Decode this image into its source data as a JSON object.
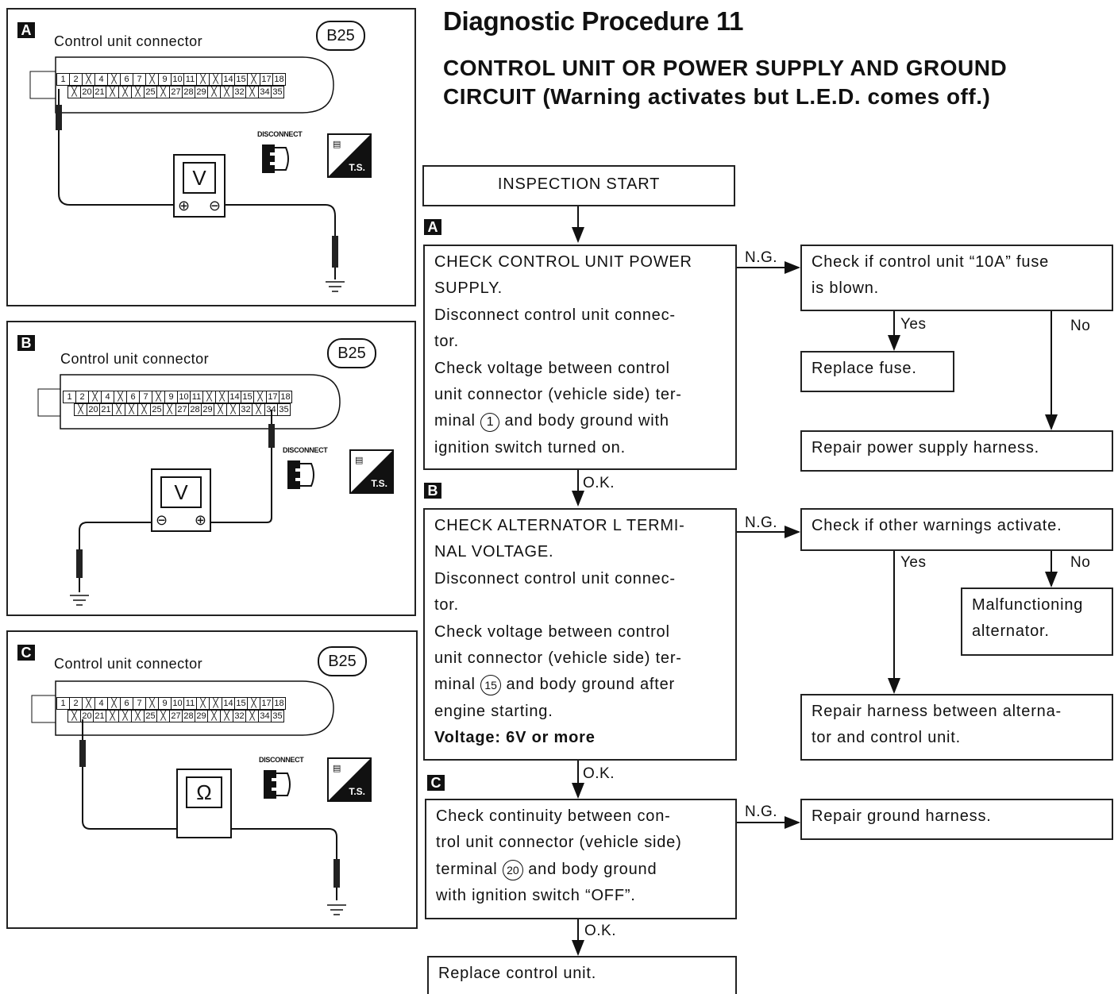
{
  "title": "Diagnostic Procedure 11",
  "subtitle": [
    "CONTROL UNIT OR POWER SUPPLY AND GROUND",
    "CIRCUIT (Warning activates but L.E.D. comes off.)"
  ],
  "panels": [
    {
      "tag": "A",
      "title": "Control unit connector",
      "connector_id": "B25",
      "meter": "V",
      "terminals": [
        "⊕",
        "⊖"
      ],
      "disconnect_label": "DISCONNECT",
      "ts_label": "T.S."
    },
    {
      "tag": "B",
      "title": "Control unit connector",
      "connector_id": "B25",
      "meter": "V",
      "terminals": [
        "⊖",
        "⊕"
      ],
      "disconnect_label": "DISCONNECT",
      "ts_label": "T.S."
    },
    {
      "tag": "C",
      "title": "Control unit connector",
      "connector_id": "B25",
      "meter": "Ω",
      "terminals": [
        "",
        ""
      ],
      "disconnect_label": "DISCONNECT",
      "ts_label": "T.S."
    }
  ],
  "connector": {
    "row1": [
      "1",
      "2",
      "X",
      "4",
      "X",
      "6",
      "7",
      "X",
      "9",
      "10",
      "11",
      "X",
      "X",
      "14",
      "15",
      "X",
      "17",
      "18"
    ],
    "row2": [
      "X",
      "20",
      "21",
      "X",
      "X",
      "X",
      "25",
      "X",
      "27",
      "28",
      "29",
      "X",
      "X",
      "32",
      "X",
      "34",
      "35"
    ]
  },
  "flow": {
    "start": "INSPECTION START",
    "steps": [
      {
        "tag": "A",
        "lines": [
          "CHECK CONTROL UNIT POWER",
          "SUPPLY.",
          "Disconnect control unit connec-",
          "tor.",
          "Check voltage between control",
          "unit connector (vehicle side) ter-",
          "terminal_1",
          "ignition switch turned on."
        ],
        "terminal_line": [
          "minal ",
          "1",
          " and body ground with"
        ],
        "ng": "N.G.",
        "ok": "O.K."
      },
      {
        "tag": "B",
        "lines": [
          "CHECK ALTERNATOR L TERMI-",
          "NAL VOLTAGE.",
          "Disconnect control unit connec-",
          "tor.",
          "Check voltage between control",
          "unit connector (vehicle side) ter-",
          "terminal_15",
          "engine starting."
        ],
        "terminal_line": [
          "minal ",
          "15",
          " and body ground after"
        ],
        "bold_line": "Voltage: 6V or more",
        "ng": "N.G.",
        "ok": "O.K."
      },
      {
        "tag": "C",
        "lines": [
          "Check continuity between con-",
          "trol unit connector (vehicle side)",
          "terminal_20",
          "with ignition switch “OFF”."
        ],
        "terminal_line": [
          "terminal ",
          "20",
          " and body ground"
        ],
        "ng": "N.G.",
        "ok": "O.K."
      }
    ],
    "a_ng": {
      "question": [
        "Check if control unit “10A” fuse",
        "is blown."
      ],
      "yes": "Yes",
      "no": "No",
      "yes_result": "Replace fuse.",
      "no_result": "Repair power supply harness."
    },
    "b_ng": {
      "question": "Check if other warnings activate.",
      "yes": "Yes",
      "no": "No",
      "no_result": [
        "Malfunctioning",
        "alternator."
      ],
      "yes_result": [
        "Repair harness between alterna-",
        "tor and control unit."
      ]
    },
    "c_ng": {
      "result": "Repair ground harness."
    },
    "final": "Replace control unit."
  }
}
